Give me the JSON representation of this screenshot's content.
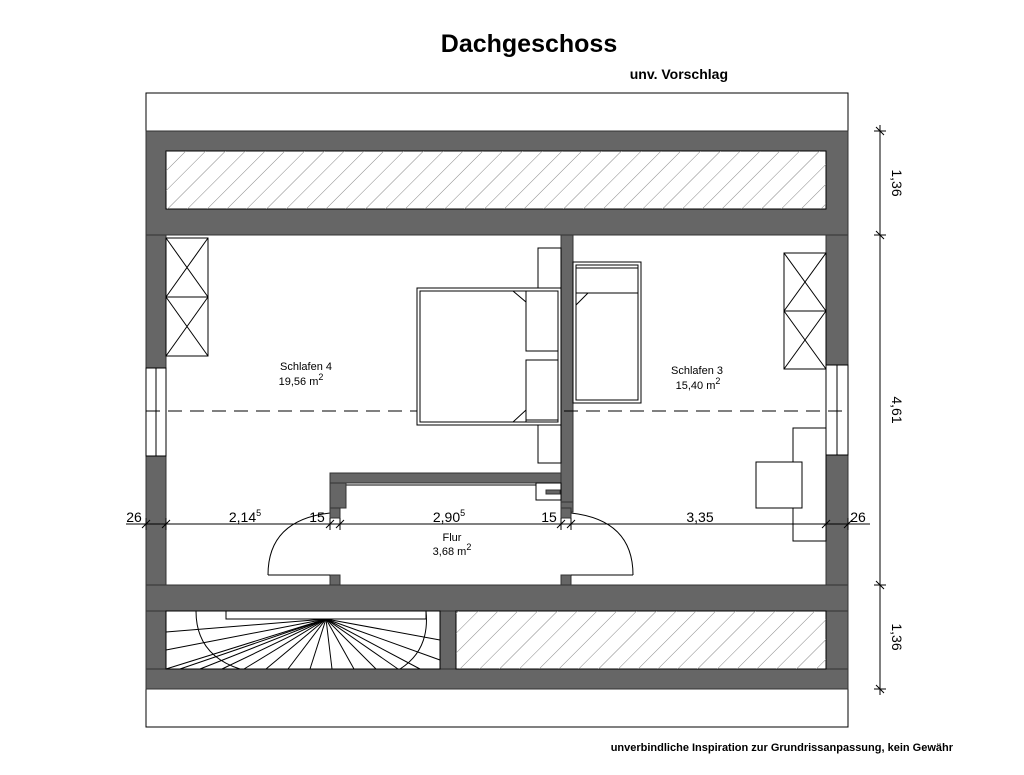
{
  "title": "Dachgeschoss",
  "subtitle": "unv. Vorschlag",
  "footer": "unverbindliche Inspiration zur Grundrissanpassung, kein Gewähr",
  "rooms": {
    "schlafen4": {
      "name": "Schlafen 4",
      "area": "19,56 m",
      "area_sup": "2"
    },
    "schlafen3": {
      "name": "Schlafen 3",
      "area": "15,40 m",
      "area_sup": "2"
    },
    "flur": {
      "name": "Flur",
      "area": "3,68 m",
      "area_sup": "2"
    }
  },
  "dimensions": {
    "horizontal": {
      "left_wall": "26",
      "schlafen4_width": "2,14",
      "schlafen4_width_sup": "5",
      "wall_a": "15",
      "flur_width": "2,90",
      "flur_width_sup": "5",
      "wall_b": "15",
      "schlafen3_width": "3,35",
      "right_wall": "26"
    },
    "vertical": {
      "top": "1,36",
      "middle": "4,61",
      "bottom": "1,36"
    }
  },
  "colors": {
    "wall": "#666666",
    "line": "#000000",
    "background": "#ffffff"
  }
}
